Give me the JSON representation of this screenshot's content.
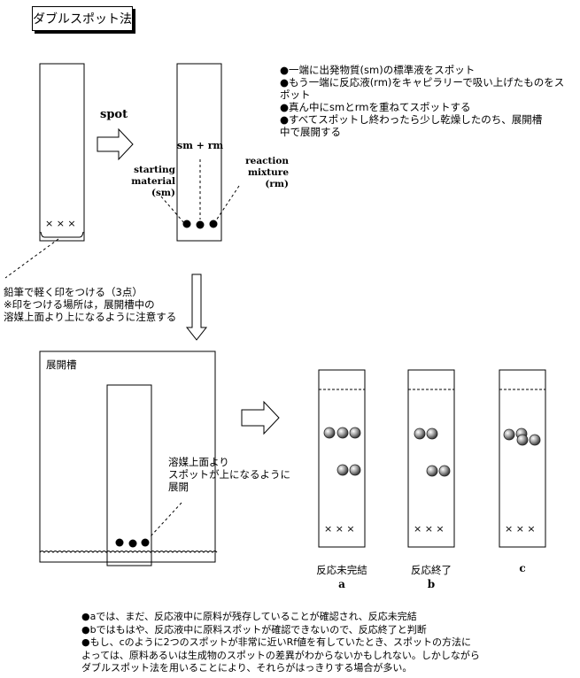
{
  "title": "ダブルスポット法",
  "top_notes": [
    "●一端に出発物質(sm)の標準液をスポット",
    "●もう一端に反応液(rm)をキャピラリーで吸い上げたものをス",
    "ポット",
    "●真ん中にsmとrmを重ねてスポットする",
    "●すべてスポットし終わったら少し乾燥したのち、展開槽",
    "中で展開する"
  ],
  "spot_label": "spot",
  "sm_rm_label": "sm + rm",
  "starting_material_label": [
    "starting",
    "material",
    "(sm)"
  ],
  "reaction_mixture_label": [
    "reaction",
    "mixture",
    "(rm)"
  ],
  "pencil_marks": "× × ×",
  "pencil_notes": [
    "鉛筆で軽く印をつける（3点）",
    "※印をつける場所は，展開槽中の",
    "溶媒上面より上になるように注意する"
  ],
  "chamber_label": "展開槽",
  "chamber_notes": [
    "溶媒上面より",
    "スポットが上になるように",
    "展開"
  ],
  "plates": [
    {
      "caption": "反応未完結",
      "letter": "a"
    },
    {
      "caption": "反応終了",
      "letter": "b"
    },
    {
      "caption": "",
      "letter": "c"
    }
  ],
  "bottom_notes": [
    "●aでは、まだ、反応液中に原料が残存していることが確認され、反応未完結",
    "●bではもはや、反応液中に原料スポットが確認できないので、反応終了と判断",
    "●もし、cのように2つのスポットが非常に近いRf値を有していたとき、スポットの方法に",
    "よっては、原料あるいは生成物のスポットの差異がわからないかもしれない。しかしながら",
    "ダブルスポット法を用いることにより、それらがはっきりする場合が多い。"
  ]
}
